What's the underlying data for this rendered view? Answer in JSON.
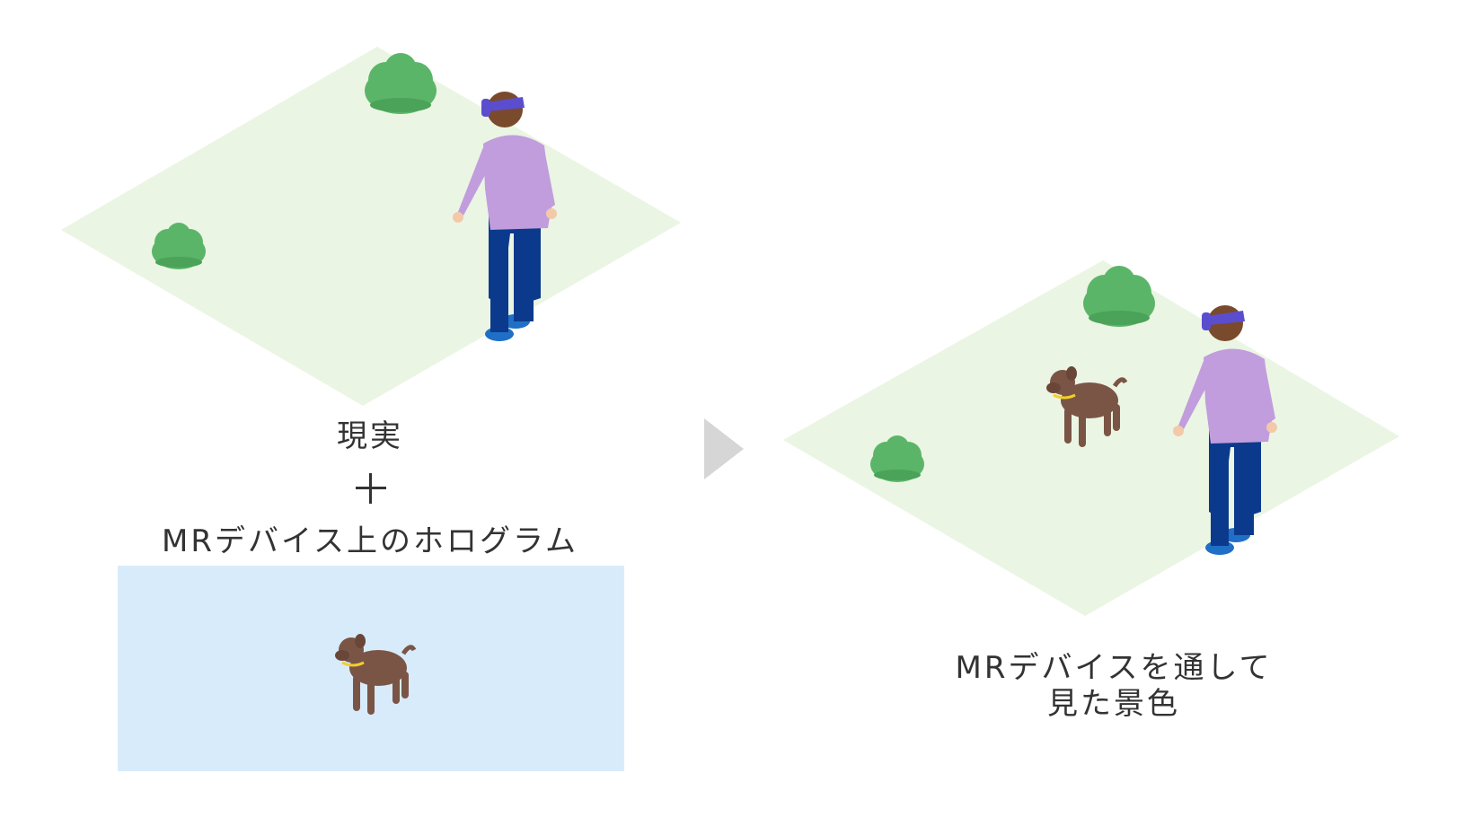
{
  "labels": {
    "reality": "現実",
    "hologram": "MRデバイス上のホログラム",
    "result_line1": "MRデバイスを通して",
    "result_line2": "見た景色"
  },
  "icons": {
    "plus": "plus-icon",
    "arrow": "play-triangle-icon"
  },
  "colors": {
    "ground": "#ebf5e3",
    "bush": "#5bb569",
    "shirt": "#c19ddd",
    "pants": "#0b3a8d",
    "hair": "#7a4a2c",
    "headset": "#5a4ecf",
    "dog": "#7a5546",
    "collar": "#f2cf2a",
    "panel": "#d8ebfb",
    "arrow": "#d6d6d6",
    "text": "#333333"
  }
}
